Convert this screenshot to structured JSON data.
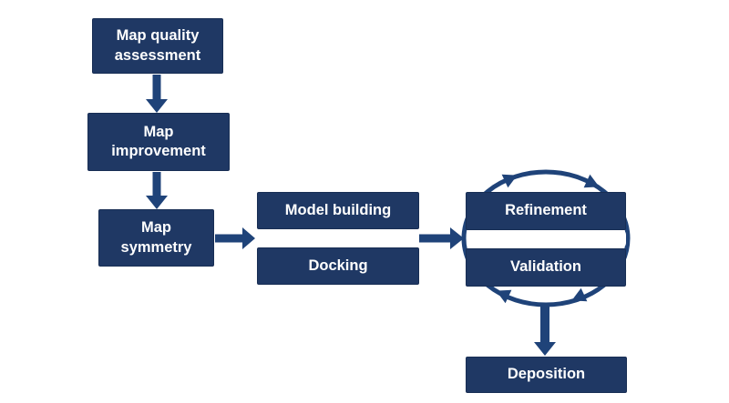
{
  "colors": {
    "background": "#ffffff",
    "box-fill": "#1f3864",
    "box-border": "#182e54",
    "arrow": "#1f4379",
    "text": "#ffffff"
  },
  "nodes": {
    "map_quality": {
      "line1": "Map quality",
      "line2": "assessment"
    },
    "map_improvement": {
      "line1": "Map",
      "line2": "improvement"
    },
    "map_symmetry": {
      "line1": "Map",
      "line2": "symmetry"
    },
    "model_building": {
      "label": "Model building"
    },
    "docking": {
      "label": "Docking"
    },
    "refinement": {
      "label": "Refinement"
    },
    "validation": {
      "label": "Validation"
    },
    "deposition": {
      "label": "Deposition"
    }
  }
}
